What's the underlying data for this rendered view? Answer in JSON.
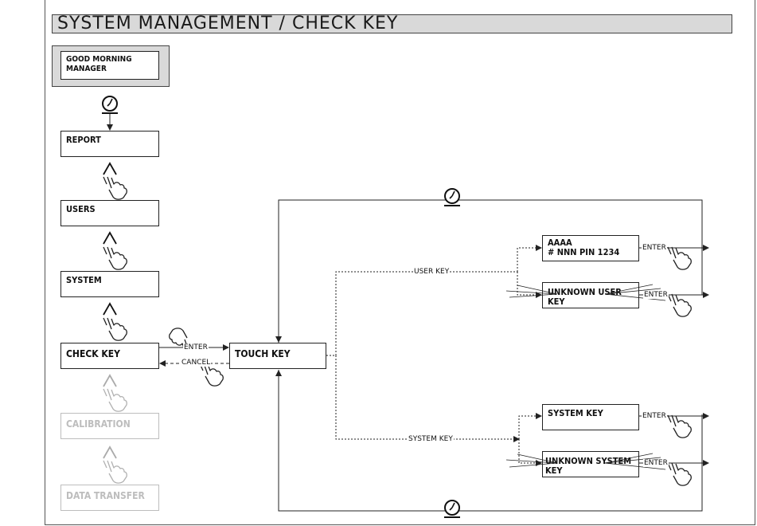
{
  "title": "SYSTEM MANAGEMENT / CHECK KEY",
  "menu": {
    "greeting": "GOOD MORNING\nMANAGER",
    "report": "REPORT",
    "users": "USERS",
    "system": "SYSTEM",
    "check_key": "CHECK KEY",
    "calibration": "CALIBRATION",
    "data_transfer": "DATA TRANSFER"
  },
  "touch_key": "TOUCH KEY",
  "user_key_label": "USER KEY",
  "system_key_label": "SYSTEM KEY",
  "user_key_display": "AAAA\n# NNN PIN 1234",
  "unknown_user_key": "UNKNOWN USER KEY",
  "system_key_display": "SYSTEM KEY",
  "unknown_system_key": "UNKNOWN SYSTEM KEY",
  "enter_label": "ENTER",
  "cancel_label": "CANCEL",
  "colors": {
    "title_bg": "#d9d9d9",
    "ghost": "#bdbdbd",
    "line": "#222222"
  },
  "icons": [
    "clock-icon",
    "up-arrow-icon",
    "hand-press-icon"
  ]
}
